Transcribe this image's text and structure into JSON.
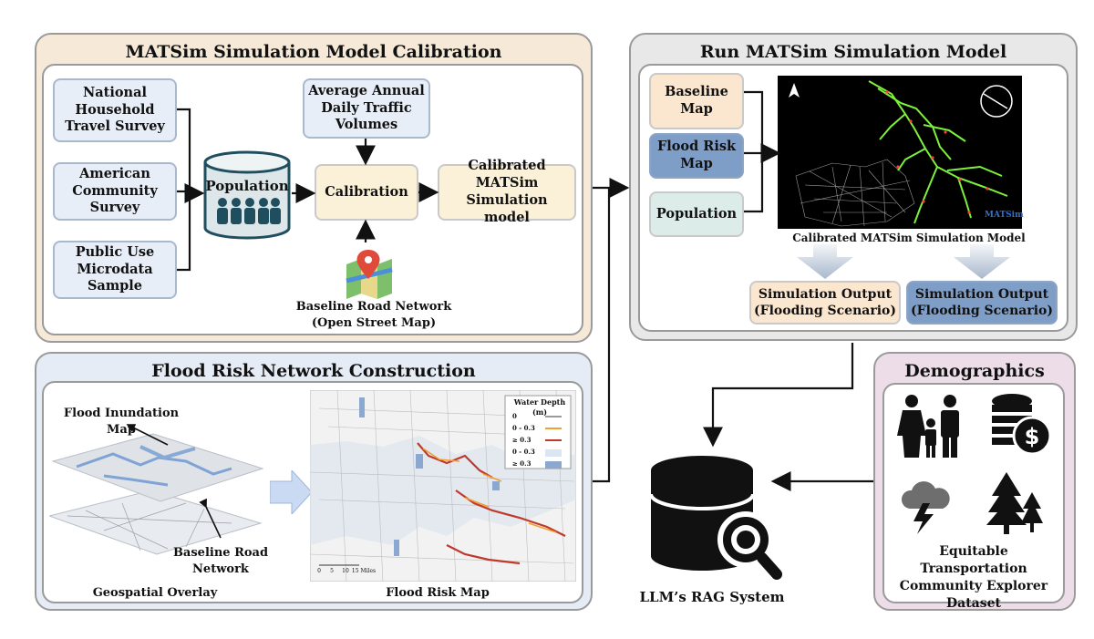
{
  "calibration": {
    "title": "MATSim Simulation Model Calibration",
    "sources": [
      "National Household Travel Survey",
      "American Community Survey",
      "Public Use Microdata Sample"
    ],
    "population_label": "Population",
    "traffic_label": "Average Annual Daily Traffic Volumes",
    "calibration_label": "Calibration",
    "calibrated_model_label": "Calibrated MATSim Simulation model",
    "road_network_label": "Baseline Road Network",
    "road_network_source": "(Open Street Map)"
  },
  "run": {
    "title": "Run MATSim Simulation Model",
    "inputs": [
      "Baseline Map",
      "Flood Risk Map",
      "Population"
    ],
    "map_caption": "Calibrated MATSim Simulation Model",
    "matsim_logo": "MATSim",
    "outputs": [
      "Simulation Output (Flooding Scenario)",
      "Simulation Output (Flooding Scenario)"
    ]
  },
  "flood": {
    "title": "Flood Risk Network Construction",
    "inundation_label": "Flood Inundation Map",
    "road_label": "Baseline Road Network",
    "overlay_label": "Geospatial Overlay",
    "map_label": "Flood Risk Map",
    "legend": {
      "title": "Water Depth (m)",
      "items": [
        "0",
        "0 - 0.3",
        "≥ 0.3",
        "0 - 0.3",
        "≥ 0.3"
      ],
      "colors": [
        "#9a9a9a",
        "#f0a030",
        "#c0392b",
        "#dce6f2",
        "#8aa8d0"
      ]
    },
    "scale": [
      "0",
      "5",
      "10",
      "15 Miles"
    ]
  },
  "rag": {
    "label": "LLM’s RAG System"
  },
  "demographics": {
    "title": "Demographics",
    "dataset_label": "Equitable Transportation Community Explorer Dataset"
  },
  "colors": {
    "calibration_panel": "#f7e9d8",
    "run_panel": "#e8e8e8",
    "flood_panel": "#e6ecf5",
    "demographics_panel": "#ecdde9",
    "teal_icon": "#1f4e5f"
  }
}
